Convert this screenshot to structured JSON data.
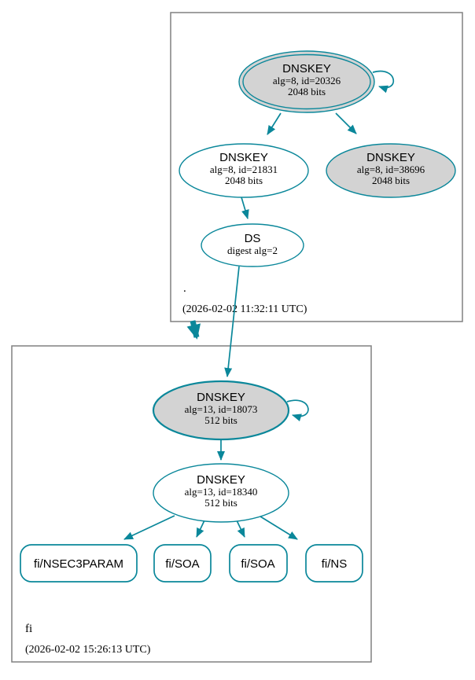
{
  "diagram": {
    "kind": "dnssec-authentication-chain-graph",
    "colors": {
      "secure_edge_and_node_border": "#0a879a",
      "existing_key_fill": "#d3d3d3",
      "new_node_fill": "#ffffff",
      "zone_box_border": "#808080",
      "text": "#000000",
      "background": "#ffffff"
    },
    "zones": {
      "root": {
        "label": ".",
        "timestamp": "(2026-02-02 11:32:11 UTC)"
      },
      "fi": {
        "label": "fi",
        "timestamp": "(2026-02-02 15:26:13 UTC)"
      }
    },
    "nodes": {
      "root_ksk": {
        "type": "DNSKEY",
        "alg_id": "alg=8, id=20326",
        "bits": "2048 bits",
        "style": "trust-anchor-double-outline, gray fill, self-signing loop"
      },
      "root_zsk": {
        "type": "DNSKEY",
        "alg_id": "alg=8, id=21831",
        "bits": "2048 bits",
        "style": "white fill"
      },
      "root_key_38696": {
        "type": "DNSKEY",
        "alg_id": "alg=8, id=38696",
        "bits": "2048 bits",
        "style": "gray fill"
      },
      "root_ds": {
        "type": "DS",
        "detail": "digest alg=2",
        "style": "white fill"
      },
      "fi_ksk": {
        "type": "DNSKEY",
        "alg_id": "alg=13, id=18073",
        "bits": "512 bits",
        "style": "gray fill, self-signing loop"
      },
      "fi_zsk": {
        "type": "DNSKEY",
        "alg_id": "alg=13, id=18340",
        "bits": "512 bits",
        "style": "white fill"
      },
      "fi_nsec3param": {
        "label": "fi/NSEC3PARAM"
      },
      "fi_soa_1": {
        "label": "fi/SOA"
      },
      "fi_soa_2": {
        "label": "fi/SOA"
      },
      "fi_ns": {
        "label": "fi/NS"
      }
    },
    "edges": [
      {
        "from": "root_ksk",
        "to": "root_ksk",
        "type": "self-signature"
      },
      {
        "from": "root_ksk",
        "to": "root_zsk",
        "type": "signature"
      },
      {
        "from": "root_ksk",
        "to": "root_key_38696",
        "type": "signature"
      },
      {
        "from": "root_zsk",
        "to": "root_ds",
        "type": "signature"
      },
      {
        "from": "root_ds",
        "to": "fi_ksk",
        "type": "delegation-digest"
      },
      {
        "from": "zone-root",
        "to": "zone-fi",
        "type": "secure-delegation-thick-arrow"
      },
      {
        "from": "fi_ksk",
        "to": "fi_ksk",
        "type": "self-signature"
      },
      {
        "from": "fi_ksk",
        "to": "fi_zsk",
        "type": "signature"
      },
      {
        "from": "fi_zsk",
        "to": "fi_nsec3param",
        "type": "signature"
      },
      {
        "from": "fi_zsk",
        "to": "fi_soa_1",
        "type": "signature"
      },
      {
        "from": "fi_zsk",
        "to": "fi_soa_2",
        "type": "signature"
      },
      {
        "from": "fi_zsk",
        "to": "fi_ns",
        "type": "signature"
      }
    ]
  }
}
